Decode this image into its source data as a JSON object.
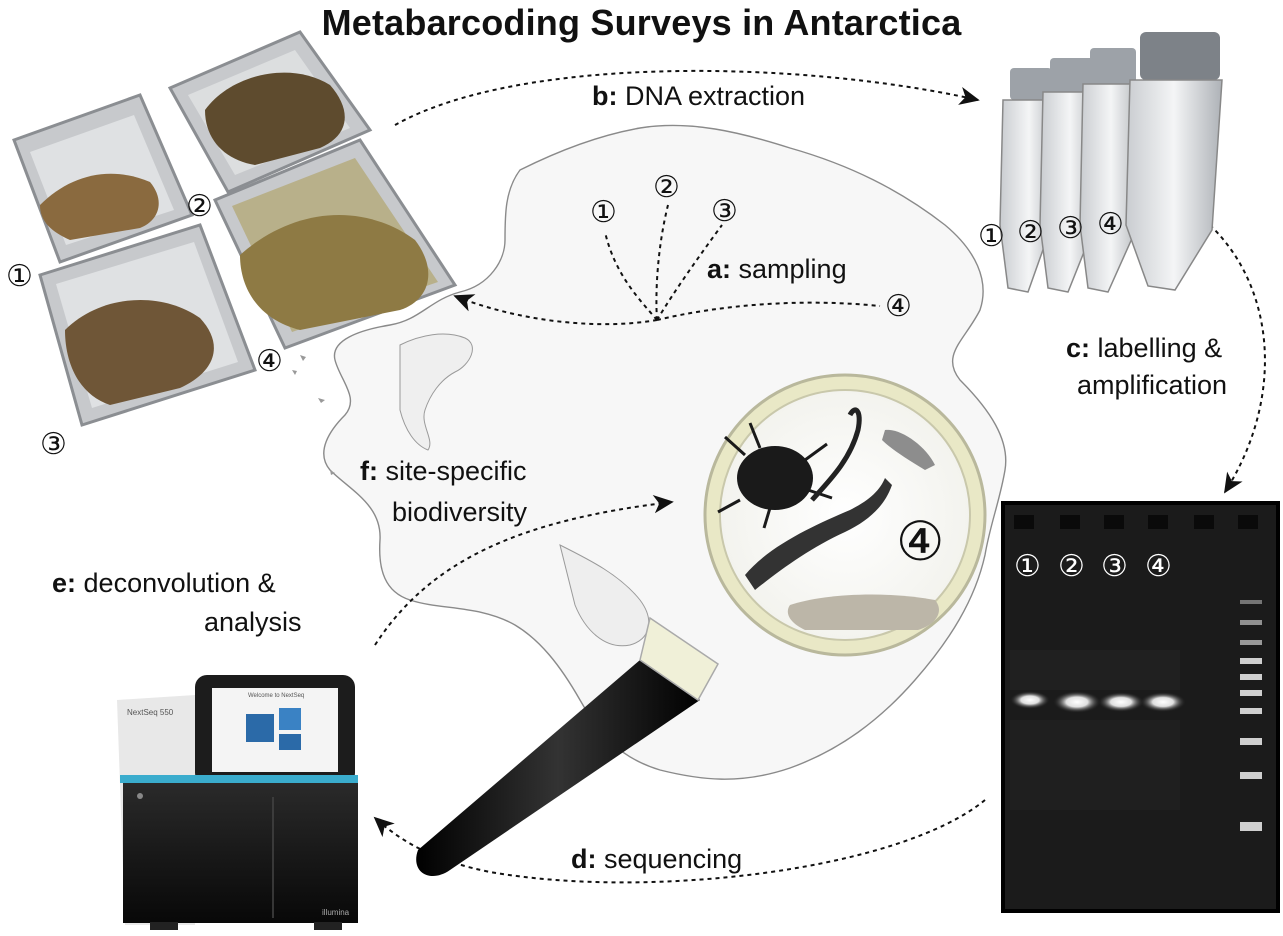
{
  "title": "Metabarcoding Surveys in Antarctica",
  "steps": {
    "a": {
      "letter": "a:",
      "text": "sampling"
    },
    "b": {
      "letter": "b:",
      "text": "DNA extraction"
    },
    "c": {
      "letter": "c:",
      "line1": "labelling &",
      "line2": "amplification"
    },
    "d": {
      "letter": "d:",
      "text": "sequencing"
    },
    "e": {
      "letter": "e:",
      "line1": "deconvolution &",
      "line2": "analysis"
    },
    "f": {
      "letter": "f:",
      "line1": "site-specific",
      "line2": "biodiversity"
    }
  },
  "sites": [
    "①",
    "②",
    "③",
    "④"
  ],
  "magnifier_site": "④",
  "sequencer": {
    "model": "NextSeq 550",
    "screen_heading": "Welcome to NextSeq",
    "brand": "illumina"
  },
  "colors": {
    "gel_background": "#1b1b1b",
    "magnifier_rim": "#f2f1d6",
    "handle": "#111111",
    "sequencer_accent": "#3aaccd"
  }
}
